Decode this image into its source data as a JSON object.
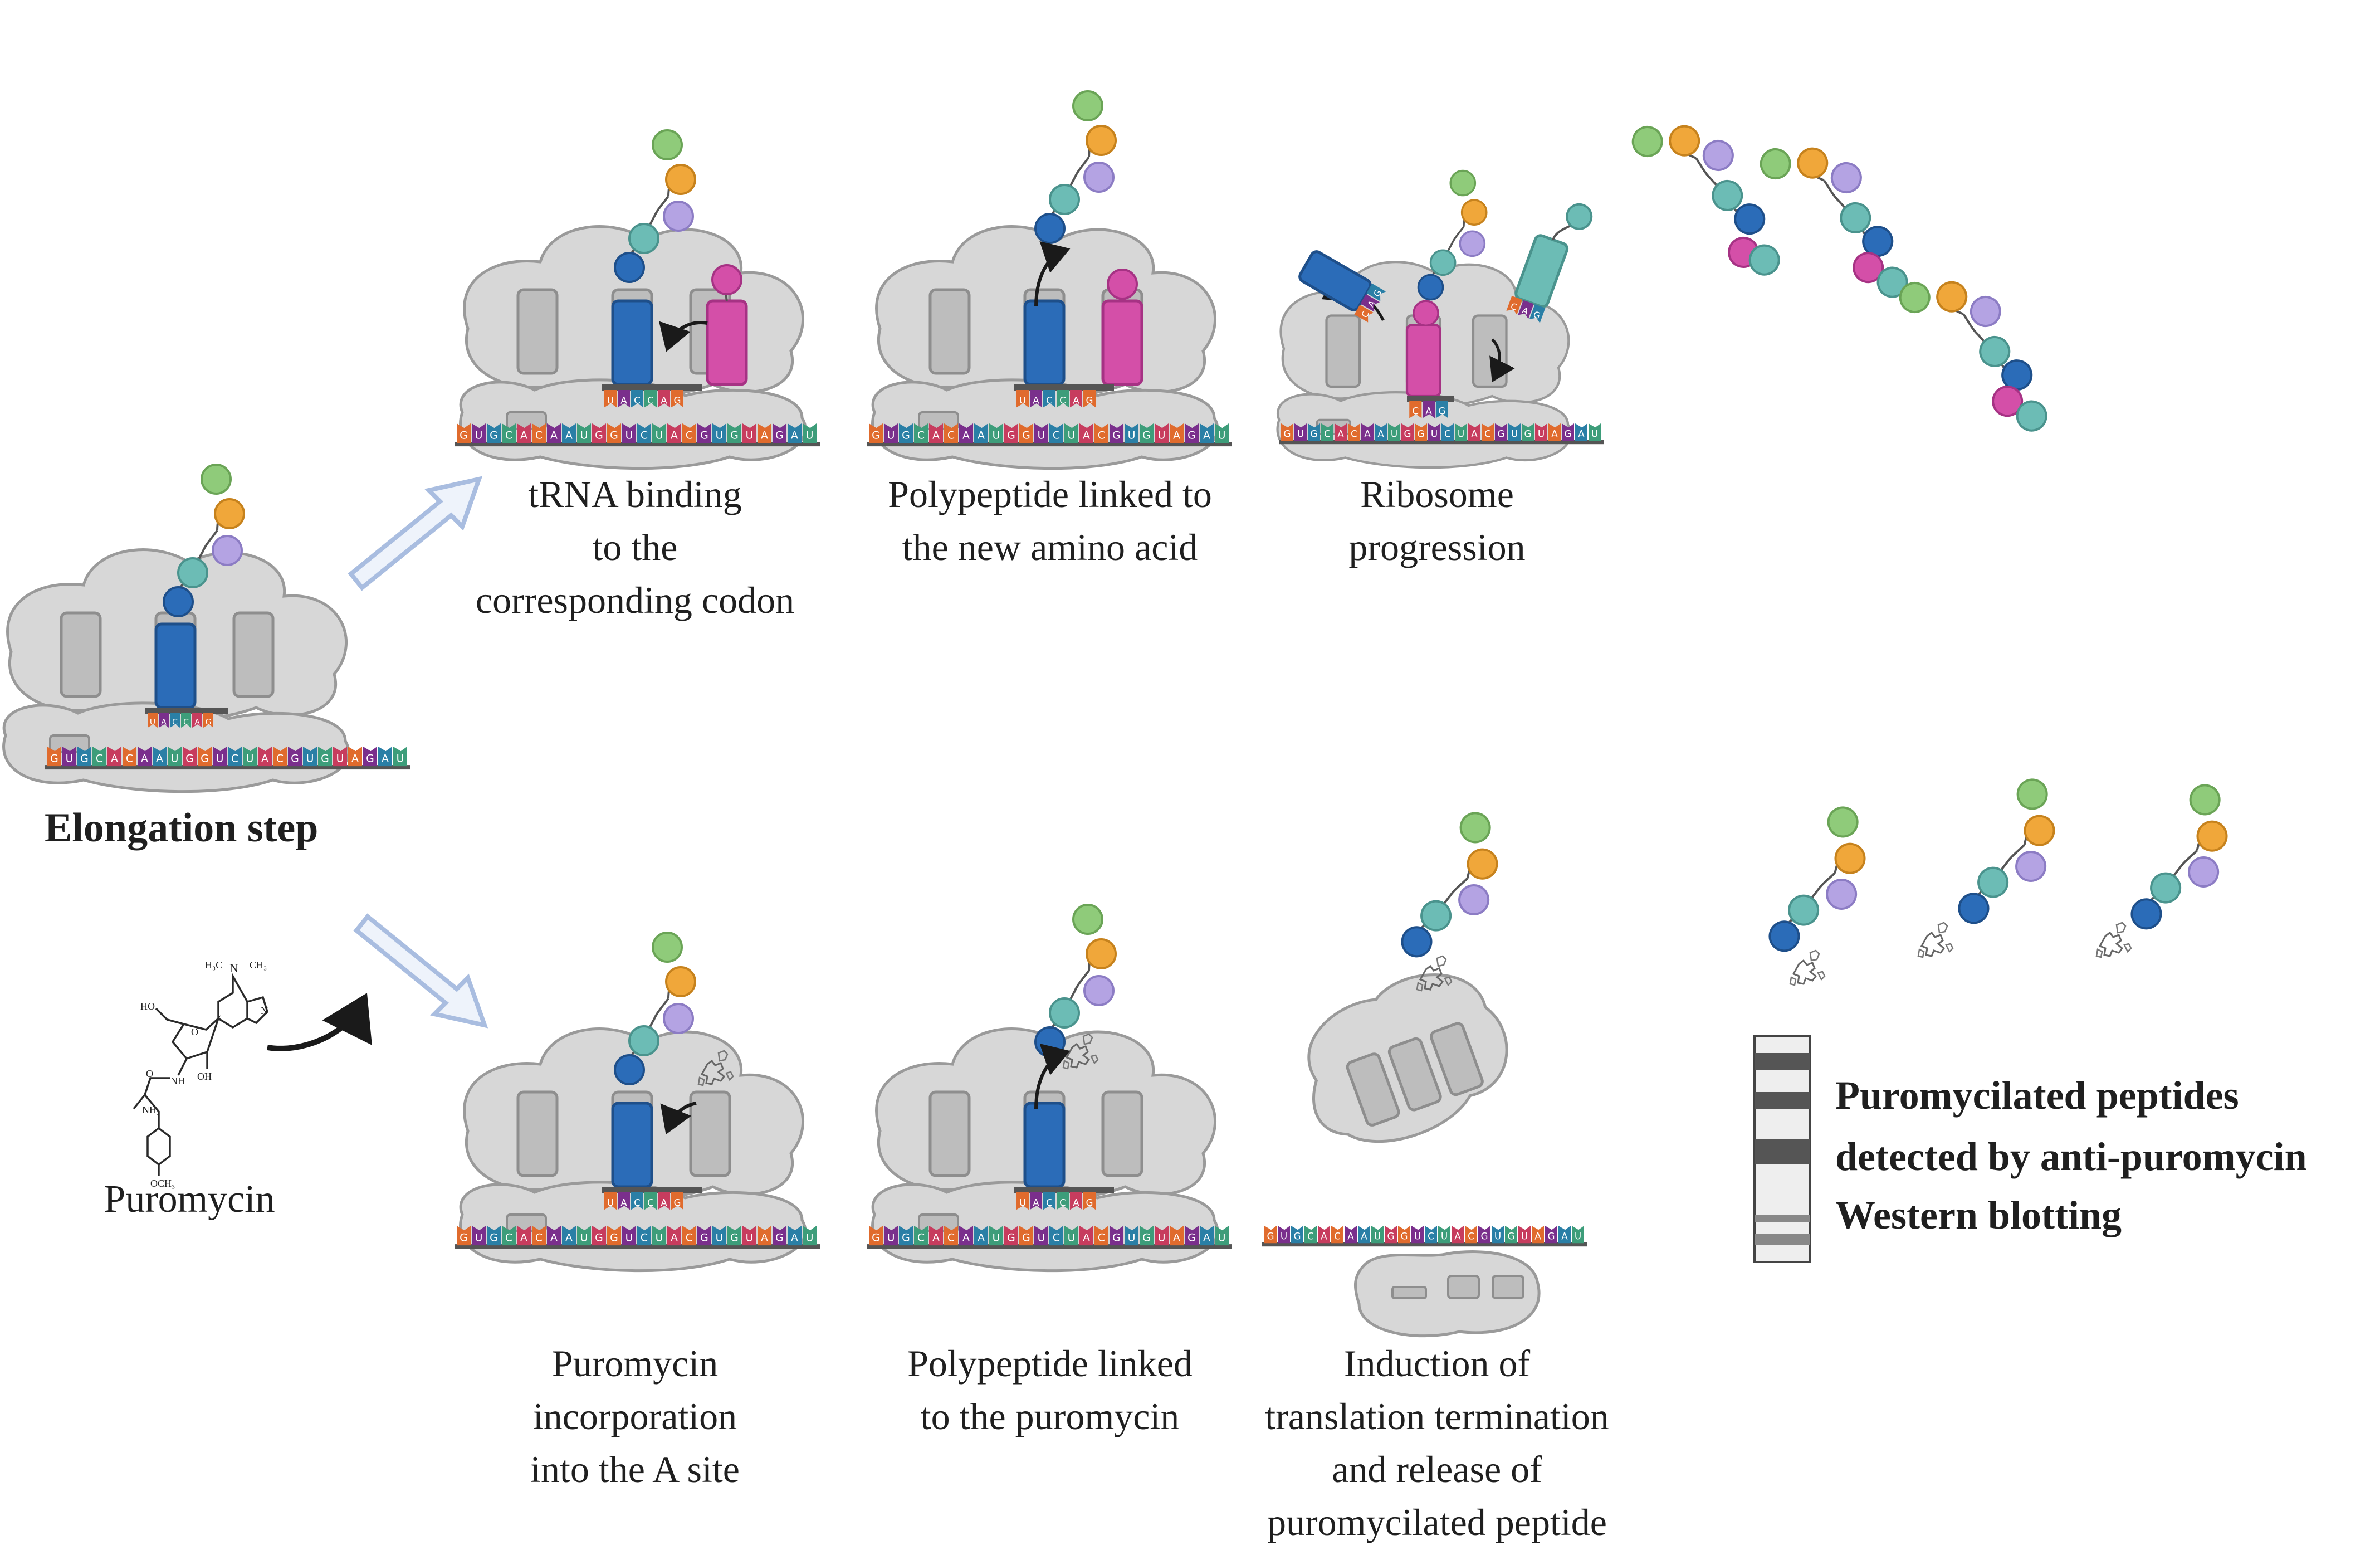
{
  "labels": {
    "elongation": "Elongation step",
    "puromycin": "Puromycin",
    "trna_binding": [
      "tRNA binding",
      "to the",
      "corresponding codon"
    ],
    "poly_new": [
      "Polypeptide linked to",
      "the new amino acid"
    ],
    "ribosome_prog": [
      "Ribosome",
      "progression"
    ],
    "puro_incorp": [
      "Puromycin",
      "incorporation",
      "into the A site"
    ],
    "poly_puro": [
      "Polypeptide linked",
      "to the puromycin"
    ],
    "induction": [
      "Induction of",
      "translation termination",
      "and release of",
      "puromycilated peptide"
    ],
    "western": [
      "Puromycilated peptides",
      "detected by anti-puromycin",
      "Western blotting"
    ]
  },
  "molecule": {
    "amine": "N",
    "methyl_left": "H₃C",
    "methyl_right": "CH₃",
    "ho_left": "HO",
    "oh_right": "OH",
    "ring_o": "O",
    "amide_o": "O",
    "nh": "NH",
    "nh2": "NH₂",
    "och3": "OCH₃",
    "ring_n": "N"
  },
  "mrna": {
    "full": "GUGCACAAUGGUCUACGUGUAGAU",
    "short": "GUGCACAAUGGUCUACGUGUAGAU",
    "shifted": "GUGCACAAUGGUCUACGUGUAGAU"
  },
  "anticodons": {
    "initial": "UACCAG",
    "binding": "UACCAG",
    "progression": "CAG"
  },
  "colors": {
    "ribosome": "#d7d7d7",
    "ribosome_edge": "#9a9a9a",
    "trna_blue": "#2b6cb8",
    "trna_pink": "#d44fa8",
    "trna_teal": "#6cbcb5",
    "aa_green": "#8fcb7a",
    "aa_orange": "#f0a73a",
    "aa_lavender": "#b4a3e3",
    "aa_teal": "#6cbcb5",
    "aa_blue": "#2b6cb8",
    "aa_pink": "#d44fa8",
    "arrow_fill": "#eef3fb",
    "arrow_edge": "#a9bde0",
    "nucleotides": [
      "#e06b2d",
      "#7a2f8c",
      "#2a7fa6",
      "#3d9d7a",
      "#c73c5e"
    ]
  }
}
